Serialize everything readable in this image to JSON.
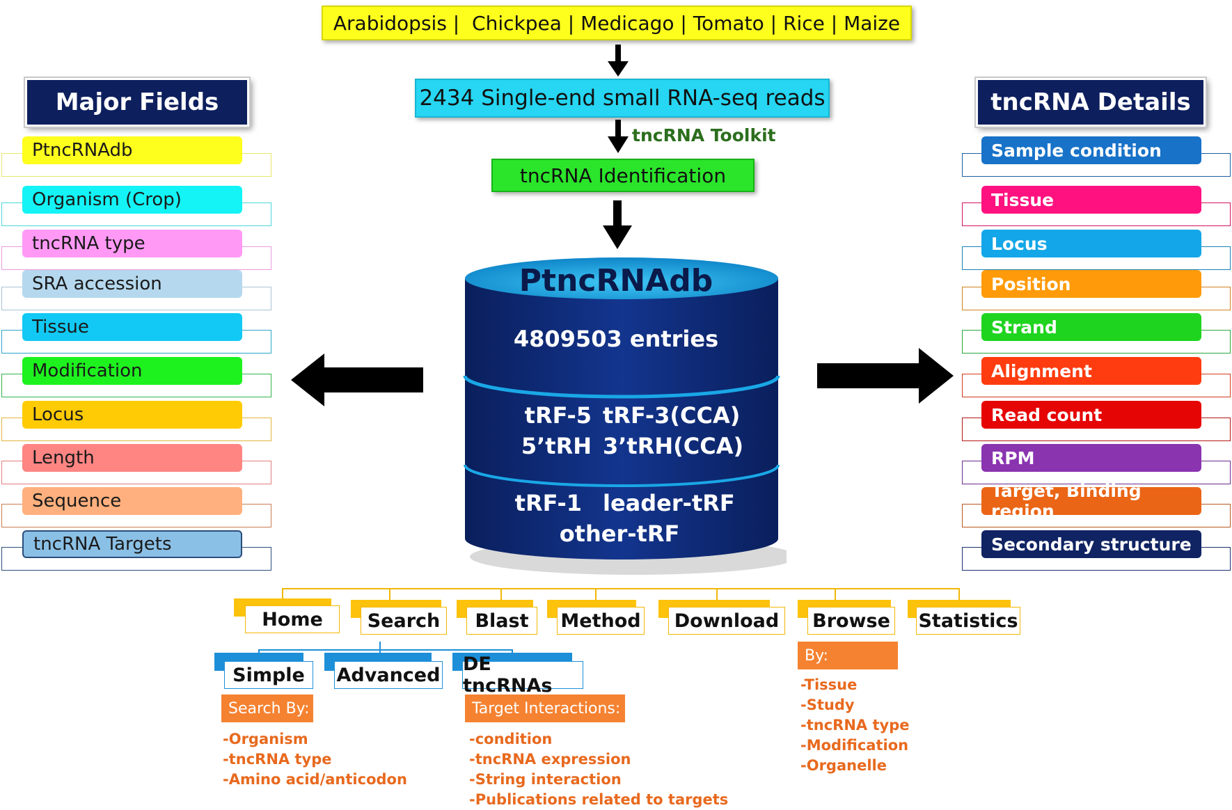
{
  "top": {
    "organisms": "Arabidopsis |  Chickpea | Medicago | Tomato | Rice | Maize",
    "reads": "2434 Single-end small RNA-seq reads",
    "toolkit": "tncRNA Toolkit",
    "identification": "tncRNA Identification"
  },
  "database": {
    "name": "PtncRNAdb",
    "entries": "4809503 entries",
    "mid_line1_left": "tRF-5",
    "mid_line1_right": "tRF-3(CCA)",
    "mid_line2_left": "5’tRH",
    "mid_line2_right": "3’tRH(CCA)",
    "bot_line1_left": "tRF-1",
    "bot_line1_right": "leader-tRF",
    "bot_line2": "other-tRF"
  },
  "major_fields": {
    "title": "Major Fields",
    "items": [
      {
        "label": "PtncRNAdb",
        "color": "#ffff1e",
        "outline": "#e8e66a"
      },
      {
        "label": "Organism (Crop)",
        "color": "#14f3f5",
        "outline": "#4ad7dc"
      },
      {
        "label": "tncRNA type",
        "color": "#ff99f5",
        "outline": "#e89be0"
      },
      {
        "label": "SRA accession",
        "color": "#b5d8ee",
        "outline": "#a7c4d6"
      },
      {
        "label": "Tissue",
        "color": "#11c9f4",
        "outline": "#2aa6c7"
      },
      {
        "label": "Modification",
        "color": "#1ef21e",
        "outline": "#2fb34a"
      },
      {
        "label": "Locus",
        "color": "#ffcb05",
        "outline": "#e0b43b"
      },
      {
        "label": "Length",
        "color": "#ff8583",
        "outline": "#e17b7b"
      },
      {
        "label": "Sequence",
        "color": "#ffb07e",
        "outline": "#c97b4f"
      },
      {
        "label": "tncRNA Targets",
        "color": "#8bc0e6",
        "outline": "#2a4c7a"
      }
    ]
  },
  "tncrna_details": {
    "title": "tncRNA Details",
    "items": [
      {
        "label": "Sample condition",
        "color": "#1872c8",
        "outline": "#1c5ea1"
      },
      {
        "label": "Tissue",
        "color": "#ff1280",
        "outline": "#d0115f"
      },
      {
        "label": "Locus",
        "color": "#13a6e8",
        "outline": "#1783b3"
      },
      {
        "label": "Position",
        "color": "#ff9b0a",
        "outline": "#d1821c"
      },
      {
        "label": "Strand",
        "color": "#1fd41f",
        "outline": "#29a83c"
      },
      {
        "label": "Alignment",
        "color": "#ff3c0f",
        "outline": "#cf3a1a"
      },
      {
        "label": "Read count",
        "color": "#e60505",
        "outline": "#b31414"
      },
      {
        "label": "RPM",
        "color": "#8a34b0",
        "outline": "#6a2a8c"
      },
      {
        "label": "Target, Binding region",
        "color": "#ea6516",
        "outline": "#b65820"
      },
      {
        "label": "Secondary structure",
        "color": "#102463",
        "outline": "#1a2f6e"
      }
    ]
  },
  "nav": {
    "home": "Home",
    "search": "Search",
    "blast": "Blast",
    "method": "Method",
    "download": "Download",
    "browse": "Browse",
    "statistics": "Statistics",
    "simple": "Simple",
    "advanced": "Advanced",
    "de": "DE tncRNAs",
    "browse_by": "By:",
    "browse_list": [
      "-Tissue",
      "-Study",
      "-tncRNA type",
      "-Modification",
      "-Organelle"
    ],
    "search_by": "Search By:",
    "search_list": [
      "-Organism",
      "-tncRNA type",
      "-Amino acid/anticodon"
    ],
    "target_label": "Target Interactions:",
    "target_list": [
      "-condition",
      "-tncRNA expression",
      "-String interaction",
      "-Publications related to targets"
    ]
  },
  "colors": {
    "nav_yellow": "#fcc20c",
    "nav_blue": "#1d8fd8",
    "cylinder": "#0d2a7a",
    "cylinder_top": "#1aa7e6"
  }
}
